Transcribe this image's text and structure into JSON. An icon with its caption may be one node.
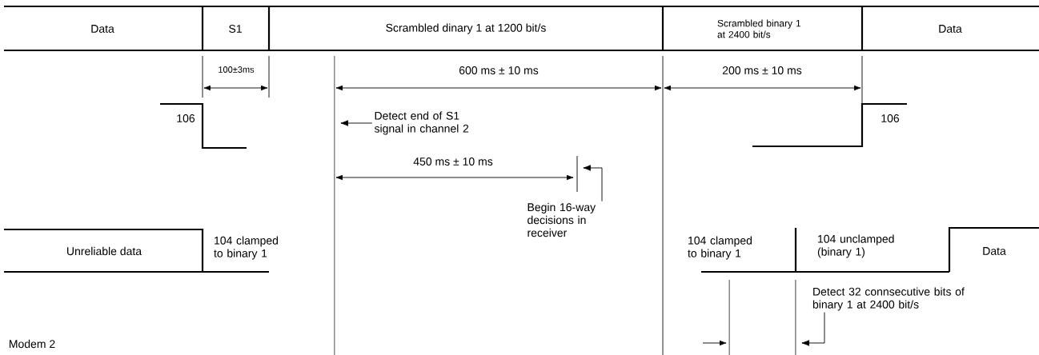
{
  "diagram": {
    "nodes": [
      {
        "text": [
          "Data"
        ]
      },
      {
        "text": [
          "S1"
        ]
      },
      {
        "text": [
          "Scrambled dinary 1 at 1200 bit/s"
        ]
      },
      {
        "text": [
          "Scrambled binary 1 at 2400 bit/s"
        ]
      },
      {
        "text": [
          "Data"
        ]
      },
      {
        "text": [
          "Unreliable data"
        ]
      },
      {
        "text": [
          "Data"
        ]
      },
      {
        "text": [
          "Detect end of S1 signal in channel 2"
        ]
      },
      {
        "text": [
          "Begin 16-way decisions in receiver"
        ]
      },
      {
        "text": [
          "Detect 32 connsecutive bits of binary 1 at 2400 bit/s"
        ]
      }
    ],
    "edges": [
      {
        "from": 7,
        "to": null,
        "arrow": "to"
      },
      {
        "from": 8,
        "to": null,
        "arrow": "to"
      },
      {
        "from": 9,
        "to": null,
        "arrow": "to"
      }
    ],
    "labels": [
      "100±3ms",
      "600 ms ± 10 ms",
      "200 ms ± 10 ms",
      "106",
      "106",
      "450 ms ± 10 ms",
      "104 clamped to binary 1",
      "104 clamped to binary 1",
      "104 unclamped (binary 1)",
      "Modem 2"
    ]
  }
}
